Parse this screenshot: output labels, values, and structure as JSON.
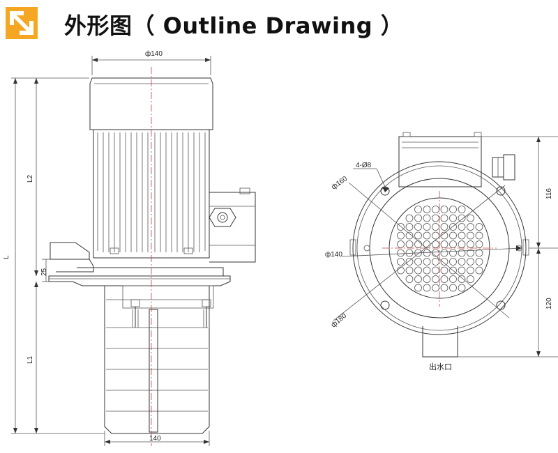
{
  "header": {
    "title": "外形图（ Outline Drawing ）",
    "logo_color": "#f5a623"
  },
  "front_view": {
    "top_diameter": "ф140",
    "bottom_width": "140",
    "dim_total": "L",
    "dim_upper": "L2",
    "dim_lower": "L1",
    "dim_flange": "25"
  },
  "end_view": {
    "holes": "4-Ø8",
    "pcd_160": "ф160",
    "dia_140": "ф140",
    "dia_180": "ф180",
    "dim_upper": "116",
    "dim_lower": "120",
    "outlet_label": "出水口"
  }
}
